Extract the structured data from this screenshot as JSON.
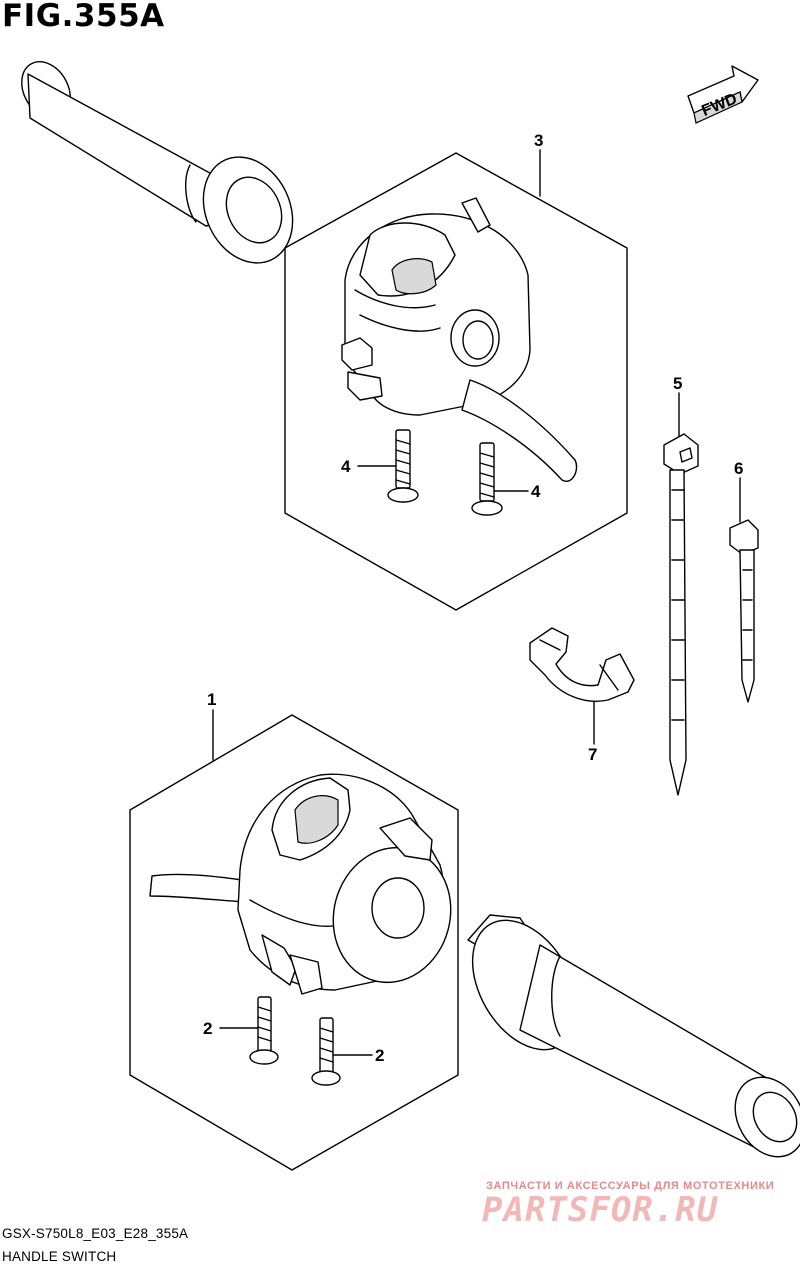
{
  "figure_title": "FIG.355A",
  "direction_label": "FWD",
  "callouts": {
    "c1": "1",
    "c2a": "2",
    "c2b": "2",
    "c3": "3",
    "c4a": "4",
    "c4b": "4",
    "c5": "5",
    "c6": "6",
    "c7": "7"
  },
  "footer": {
    "model_code": "GSX-S750L8_E03_E28_355A",
    "section_name": "HANDLE SWITCH"
  },
  "watermark": {
    "tagline": "ЗАПЧАСТИ И АКСЕССУАРЫ ДЛЯ МОТОТЕХНИКИ",
    "logo": "PARTSFOR.RU"
  }
}
